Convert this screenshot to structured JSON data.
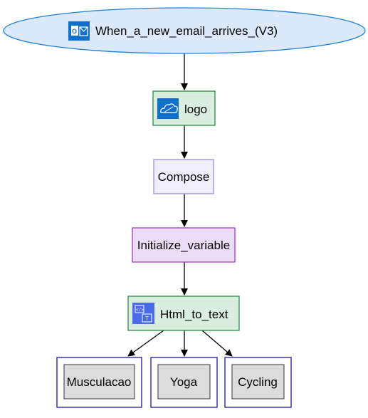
{
  "flow": {
    "trigger": {
      "label": "When_a_new_email_arrives_(V3)",
      "icon": "outlook-icon",
      "fill": "#dbe9fb",
      "stroke": "#1e7fdc",
      "icon_bg": "#0f70cc"
    },
    "actions": [
      {
        "id": "logo",
        "label": "logo",
        "icon": "onedrive-icon",
        "fill": "#daeee0",
        "stroke": "#2f8a4a",
        "icon_bg": "#0f70cc"
      },
      {
        "id": "compose",
        "label": "Compose",
        "fill": "#f0eeff",
        "stroke": "#9b8bf0"
      },
      {
        "id": "initialize-variable",
        "label": "Initialize_variable",
        "fill": "#eddcf8",
        "stroke": "#9a3ec0"
      },
      {
        "id": "html-to-text",
        "label": "Html_to_text",
        "icon": "html-converter-icon",
        "fill": "#daeee0",
        "stroke": "#2f8a4a",
        "icon_bg": "#4a6be8"
      }
    ],
    "branches": [
      {
        "id": "musculacao",
        "label": "Musculacao"
      },
      {
        "id": "yoga",
        "label": "Yoga"
      },
      {
        "id": "cycling",
        "label": "Cycling"
      }
    ],
    "branch_colors": {
      "outer_stroke": "#1a1aa0",
      "inner_fill": "#dcdcdc",
      "inner_stroke": "#555555"
    }
  }
}
